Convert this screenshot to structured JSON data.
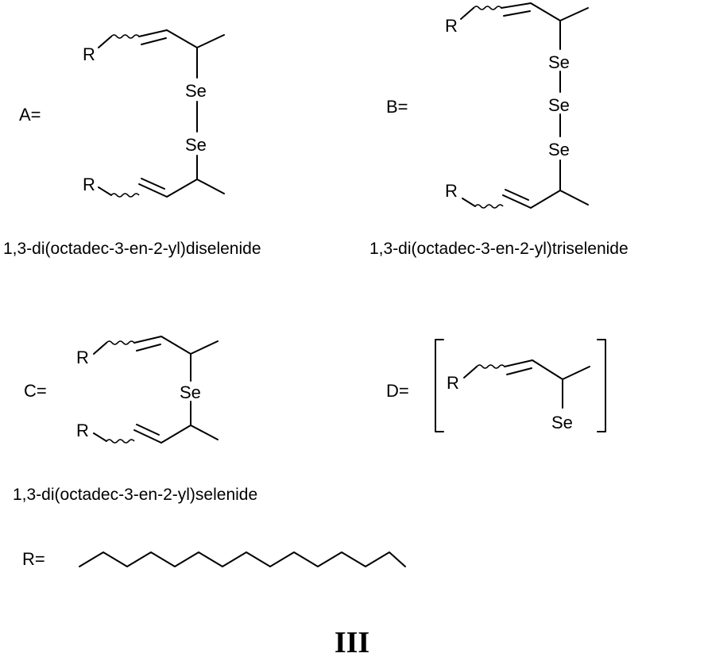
{
  "figure": {
    "label": "III",
    "substituent": {
      "symbol": "R="
    }
  },
  "compounds": [
    {
      "key": "A",
      "symbol": "A=",
      "name": "1,3-di(octadec-3-en-2-yl)diselenide",
      "atoms": [
        "R",
        "Se",
        "Se",
        "R"
      ]
    },
    {
      "key": "B",
      "symbol": "B=",
      "name": "1,3-di(octadec-3-en-2-yl)triselenide",
      "atoms": [
        "R",
        "Se",
        "Se",
        "Se",
        "R"
      ]
    },
    {
      "key": "C",
      "symbol": "C=",
      "name": "1,3-di(octadec-3-en-2-yl)selenide",
      "atoms": [
        "R",
        "Se",
        "R"
      ]
    },
    {
      "key": "D",
      "symbol": "D=",
      "name": "",
      "atoms": [
        "R",
        "Se"
      ]
    }
  ]
}
